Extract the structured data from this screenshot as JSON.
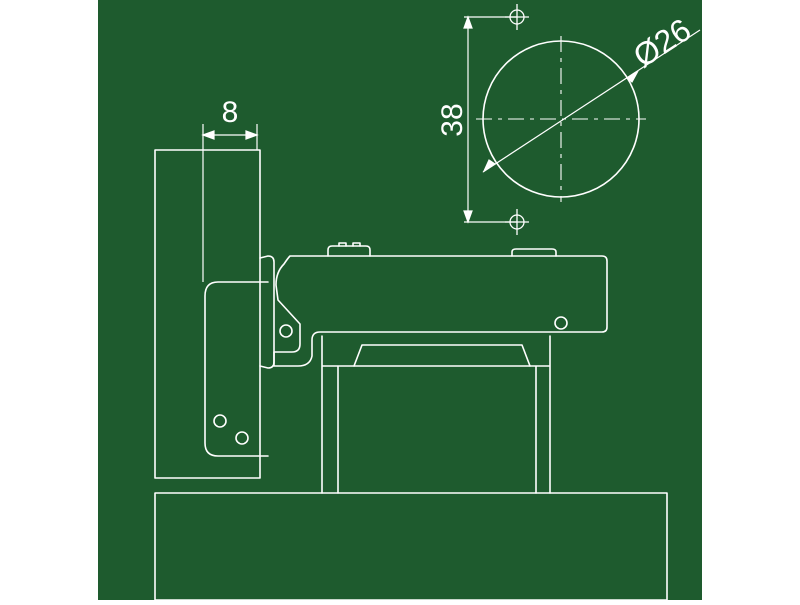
{
  "colors": {
    "background": "#1e5b2e",
    "frame": "#1e5b2e",
    "line": "#ffffff",
    "page": "#ffffff"
  },
  "dimensions": {
    "width_label": "8",
    "height_label": "38",
    "diameter_label": "Ø26"
  }
}
